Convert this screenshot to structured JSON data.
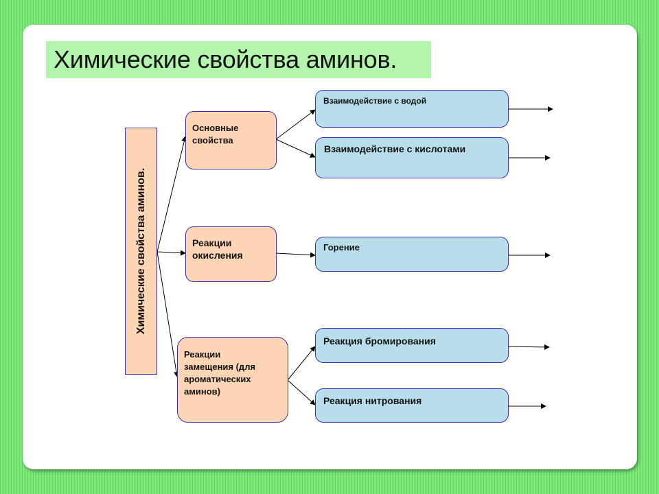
{
  "slide": {
    "title": "Химические свойства аминов.",
    "colors": {
      "background": "#7ee87a",
      "title_band": "#b4f5ad",
      "category_fill": "#fcd5b5",
      "reaction_fill": "#b7deea",
      "border": "#3a2fb0"
    }
  },
  "diagram": {
    "root": {
      "label": "Химические свойства аминов."
    },
    "categories": [
      {
        "label": "Основные свойства"
      },
      {
        "label": "Реакции окисления"
      },
      {
        "label": "Реакции замещения (для ароматических аминов)"
      }
    ],
    "reactions": [
      {
        "label": "Взаимодействие с водой",
        "category": 0
      },
      {
        "label": "Взаимодействие с кислотами",
        "category": 0
      },
      {
        "label": "Горение",
        "category": 1
      },
      {
        "label": "Реакция бромирования",
        "category": 2
      },
      {
        "label": "Реакция нитрования",
        "category": 2
      }
    ]
  }
}
